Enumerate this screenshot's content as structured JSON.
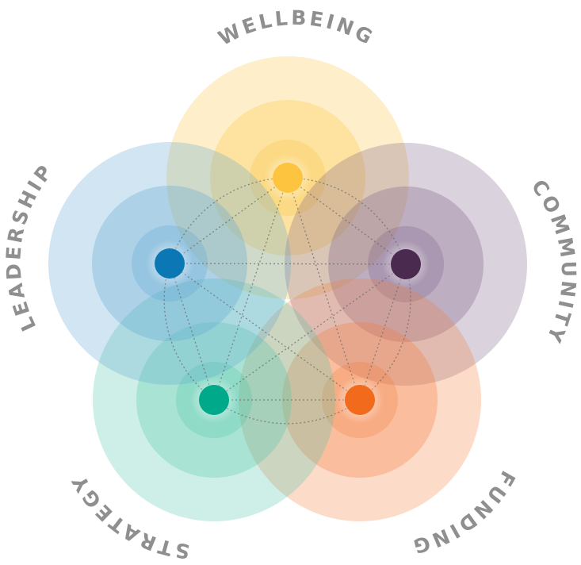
{
  "pillars": [
    {
      "id": "wellbeing",
      "label": "WELLBEING",
      "color": "#FDC43F",
      "dot_color": "#FDC43F"
    },
    {
      "id": "community",
      "label": "COMMUNITY",
      "color": "#7B5C86",
      "dot_color": "#4B2A4F"
    },
    {
      "id": "funding",
      "label": "FUNDING",
      "color": "#F47C3C",
      "dot_color": "#F26A1B"
    },
    {
      "id": "strategy",
      "label": "STRATEGY",
      "color": "#4FC6A8",
      "dot_color": "#00A98A"
    },
    {
      "id": "leadership",
      "label": "LEADERSHIP",
      "color": "#5AA5D1",
      "dot_color": "#0B77B5"
    }
  ],
  "label_color": "#8f8f8f",
  "connector_color": "#6a6a6a"
}
